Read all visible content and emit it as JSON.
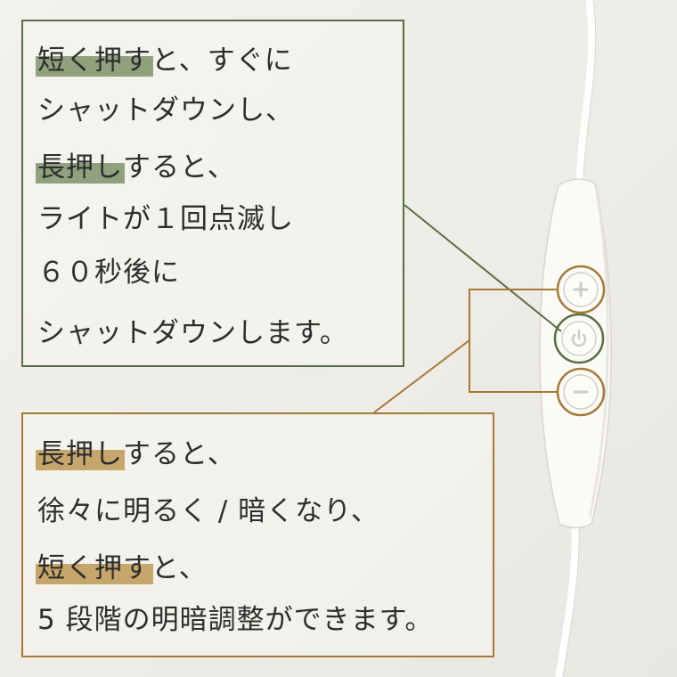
{
  "power_note": {
    "line1": {
      "highlight": "短く押す",
      "rest": "と、すぐに"
    },
    "line2": "シャットダウンし、",
    "line3": {
      "highlight": "長押し",
      "rest": "すると、"
    },
    "line4": "ライトが１回点滅し",
    "line5": "６０秒後に",
    "line6": "シャットダウンします。"
  },
  "brightness_note": {
    "line1": {
      "highlight": "長押し",
      "rest": "すると、"
    },
    "line2": "徐々に明るく / 暗くなり、",
    "line3": {
      "highlight": "短く押す",
      "rest": "と、"
    },
    "line4": "5 段階の明暗調整ができます。"
  },
  "controller": {
    "buttons": [
      {
        "icon": "plus-icon"
      },
      {
        "icon": "power-icon"
      },
      {
        "icon": "minus-icon"
      }
    ]
  },
  "colors": {
    "power_accent": "#5a6e43",
    "power_highlight": "#90a27d",
    "brightness_accent": "#a57a35",
    "brightness_highlight": "#c6a66a"
  }
}
